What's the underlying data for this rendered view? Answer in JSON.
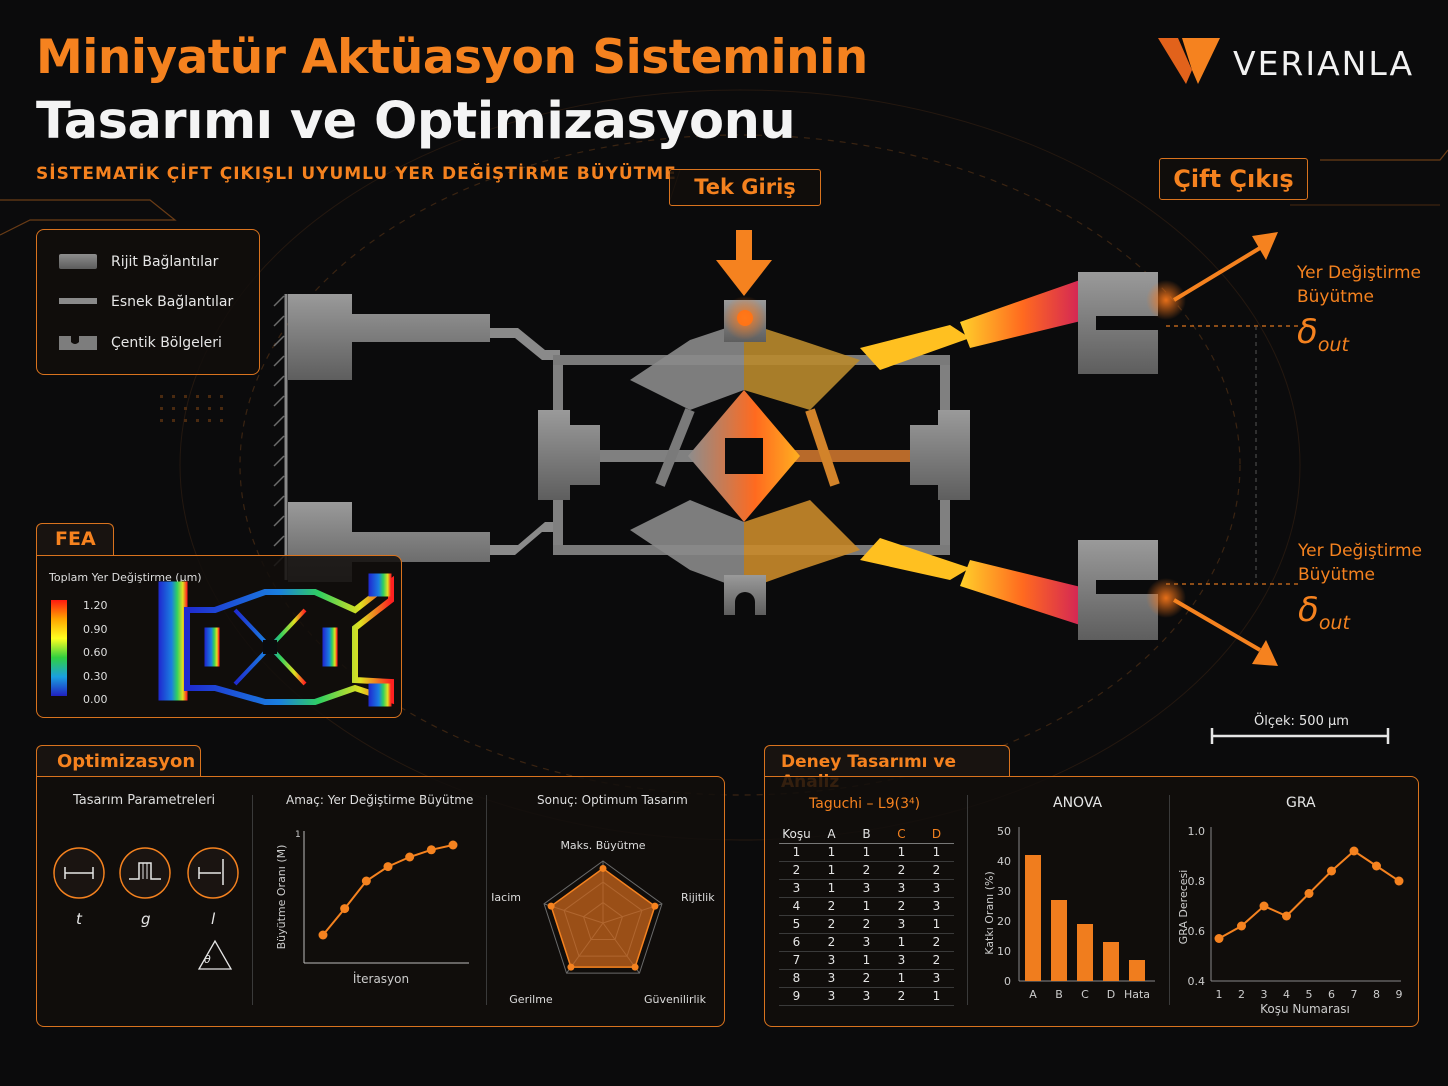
{
  "header": {
    "title_line1": "Miniyatür Aktüasyon Sisteminin",
    "title_line2": "Tasarımı ve Optimizasyonu",
    "subtitle": "SİSTEMATİK ÇİFT ÇIKIŞLI UYUMLU YER DEĞİŞTİRME BÜYÜTME",
    "logo": "VERIANLA"
  },
  "legend": {
    "items": [
      "Rijit Bağlantılar",
      "Esnek Bağlantılar",
      "Çentik Bölgeleri"
    ]
  },
  "labels": {
    "input": "Tek Giriş",
    "output": "Çift Çıkış",
    "out_top_line1": "Yer Değiştirme",
    "out_top_line2": "Büyütme",
    "out_bot_line1": "Yer Değiştirme",
    "out_bot_line2": "Büyütme",
    "delta": "δ",
    "delta_sub": "out",
    "scale": "Ölçek: 500 µm"
  },
  "fea": {
    "tab": "FEA",
    "title": "Toplam Yer Değiştirme (µm)",
    "ticks": [
      "1.20",
      "0.90",
      "0.60",
      "0.30",
      "0.00"
    ]
  },
  "optim": {
    "tab": "Optimizasyon",
    "params_title": "Tasarım Parametreleri",
    "params": [
      "t",
      "g",
      "l"
    ],
    "angle": "θ",
    "goal_title": "Amaç: Yer Değiştirme Büyütme",
    "goal_ylabel": "Büyütme Oranı (M)",
    "goal_xlabel": "İterasyon",
    "goal_ytick": "1",
    "result_title": "Sonuç: Optimum Tasarım",
    "radar_axes": [
      "Maks. Büyütme",
      "Rijitlik",
      "Güvenilirlik",
      "Gerilme",
      "Hacim"
    ]
  },
  "doe": {
    "tab": "Deney Tasarımı ve Analiz",
    "taguchi_title": "Taguchi – L9(3⁴)",
    "table_headers": [
      "Koşu",
      "A",
      "B",
      "C",
      "D"
    ],
    "table_rows": [
      [
        "1",
        "1",
        "1",
        "1",
        "1"
      ],
      [
        "2",
        "1",
        "2",
        "2",
        "2"
      ],
      [
        "3",
        "1",
        "3",
        "3",
        "3"
      ],
      [
        "4",
        "2",
        "1",
        "2",
        "3"
      ],
      [
        "5",
        "2",
        "2",
        "3",
        "1"
      ],
      [
        "6",
        "2",
        "3",
        "1",
        "2"
      ],
      [
        "7",
        "3",
        "1",
        "3",
        "2"
      ],
      [
        "8",
        "3",
        "2",
        "1",
        "3"
      ],
      [
        "9",
        "3",
        "3",
        "2",
        "1"
      ]
    ],
    "anova_title": "ANOVA",
    "anova_ylabel": "Katkı Oranı (%)",
    "gra_title": "GRA",
    "gra_ylabel": "GRA Derecesi",
    "gra_xlabel": "Koşu Numarası"
  },
  "chart_data": [
    {
      "type": "line",
      "title": "Amaç: Yer Değiştirme Büyütme",
      "xlabel": "İterasyon",
      "ylabel": "Büyütme Oranı (M)",
      "x": [
        1,
        2,
        3,
        4,
        5,
        6,
        7
      ],
      "values": [
        0.15,
        0.37,
        0.6,
        0.72,
        0.8,
        0.86,
        0.9
      ]
    },
    {
      "type": "bar",
      "title": "ANOVA",
      "ylabel": "Katkı Oranı (%)",
      "categories": [
        "A",
        "B",
        "C",
        "D",
        "Hata"
      ],
      "values": [
        42,
        27,
        19,
        13,
        7
      ],
      "ylim": [
        0,
        50
      ],
      "yticks": [
        0,
        10,
        20,
        30,
        40,
        50
      ]
    },
    {
      "type": "line",
      "title": "GRA",
      "xlabel": "Koşu Numarası",
      "ylabel": "GRA Derecesi",
      "x": [
        1,
        2,
        3,
        4,
        5,
        6,
        7,
        8,
        9
      ],
      "values": [
        0.57,
        0.62,
        0.7,
        0.66,
        0.75,
        0.84,
        0.92,
        0.86,
        0.8
      ],
      "ylim": [
        0.4,
        1.0
      ],
      "yticks": [
        0.4,
        0.6,
        0.8,
        1.0
      ]
    }
  ],
  "colors": {
    "accent": "#f5821f",
    "background": "#0b0b0c"
  }
}
